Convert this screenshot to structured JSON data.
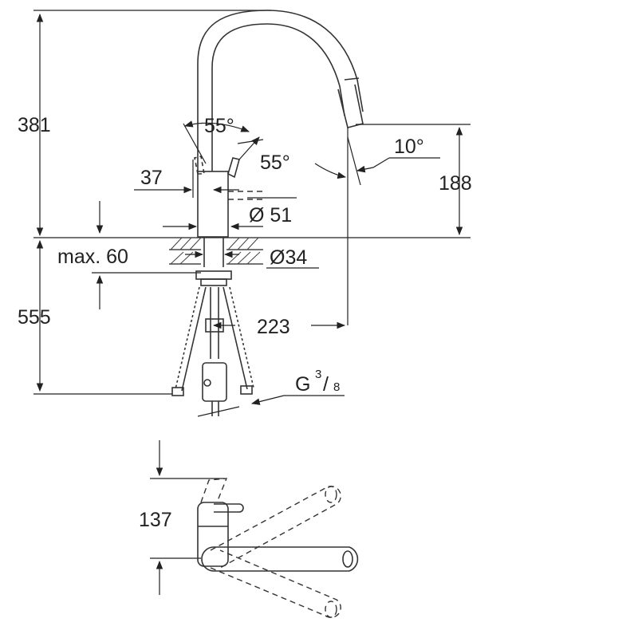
{
  "dimensions": {
    "total_height": "381",
    "top_angle": "55°",
    "side_angle": "55°",
    "spout_angle": "10°",
    "lever_offset": "37",
    "spout_height": "188",
    "base_diameter": "Ø 51",
    "max_thickness": "max. 60",
    "hole_diameter": "Ø34",
    "hose_length": "555",
    "reach": "223",
    "thread_main": "G",
    "thread_num": "3",
    "thread_den": "8",
    "top_view_width": "137"
  }
}
